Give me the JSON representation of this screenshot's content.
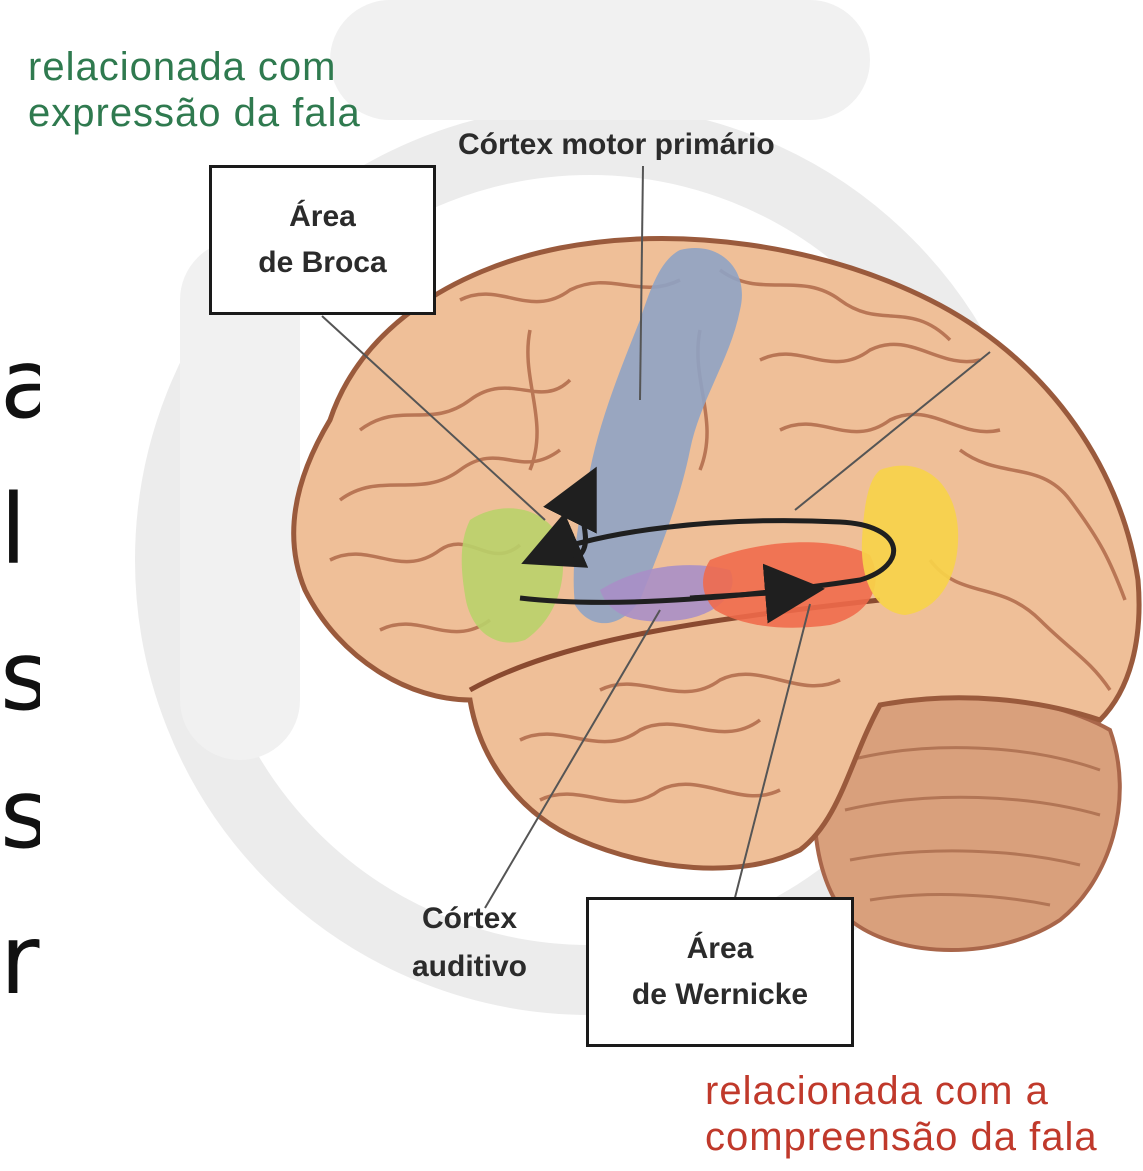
{
  "notes": {
    "broca_note": [
      "relacionada com",
      "expressão da fala"
    ],
    "wernicke_note": [
      "relacionada com a",
      "compreensão da fala"
    ]
  },
  "labels": {
    "motor_cortex": "Córtex motor primário",
    "broca_area": [
      "Área",
      "de Broca"
    ],
    "auditory_cortex": [
      "Córtex",
      "auditivo"
    ],
    "wernicke_area": [
      "Área",
      "de Wernicke"
    ]
  },
  "cropped_text_letters": [
    "a",
    "l",
    "s",
    "s",
    "r"
  ],
  "colors": {
    "broca_note_text": "#2f7a4f",
    "wernicke_note_text": "#c0392b",
    "motor_cortex_region": "#8fa3c4",
    "broca_region": "#b9d16a",
    "auditory_region": "#a98fc7",
    "wernicke_region": "#f06a4a",
    "angular_region": "#f7d24a",
    "brain_tissue": "#efbf98",
    "cerebellum": "#d49776"
  }
}
